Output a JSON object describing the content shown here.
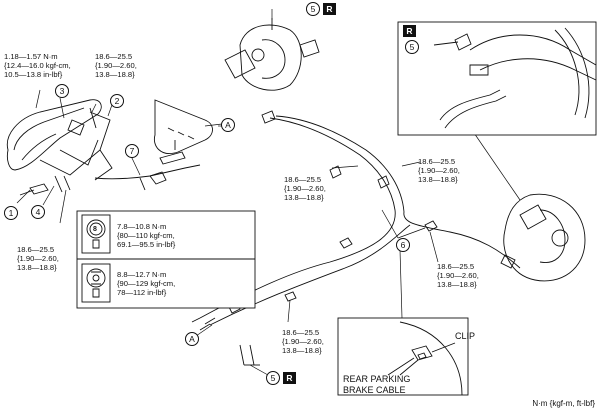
{
  "torque_labels": {
    "t_top_left": "1.18—1.57 N·m\n{12.4—16.0 kgf-cm,\n10.5—13.8 in-lbf}",
    "t_top_center": "18.6—25.5\n{1.90—2.60,\n13.8—18.8}",
    "t_bottom_left": "18.6—25.5\n{1.90—2.60,\n13.8—18.8}",
    "t_mid_center": "18.6—25.5\n{1.90—2.60,\n13.8—18.8}",
    "t_mid_right": "18.6—25.5\n{1.90—2.60,\n13.8—18.8}",
    "t_lower_right": "18.6—25.5\n{1.90—2.60,\n13.8—18.8}",
    "t_bottom_center": "18.6—25.5\n{1.90—2.60,\n13.8—18.8}",
    "t_box_8": "7.8—10.8 N·m\n{80—110 kgf-cm,\n69.1—95.5 in-lbf}",
    "t_box_m8": "8.8—12.7 N·m\n{90—129 kgf-cm,\n78—112 in-lbf}"
  },
  "callouts": {
    "c1": "1",
    "c2": "2",
    "c3": "3",
    "c4": "4",
    "c5_top": "5",
    "c5_bottom": "5",
    "c5_inset": "5",
    "c6": "6",
    "c7": "7",
    "a_top": "A",
    "a_bottom": "A",
    "bolt_8": "8"
  },
  "r_marks": {
    "r_top": "R",
    "r_bottom": "R",
    "r_inset": "R"
  },
  "inset_bottom": {
    "clip_label": "CLIP",
    "cable_label": "REAR PARKING\nBRAKE CABLE"
  },
  "units_label": "N·m {kgf-m, ft-lbf}"
}
